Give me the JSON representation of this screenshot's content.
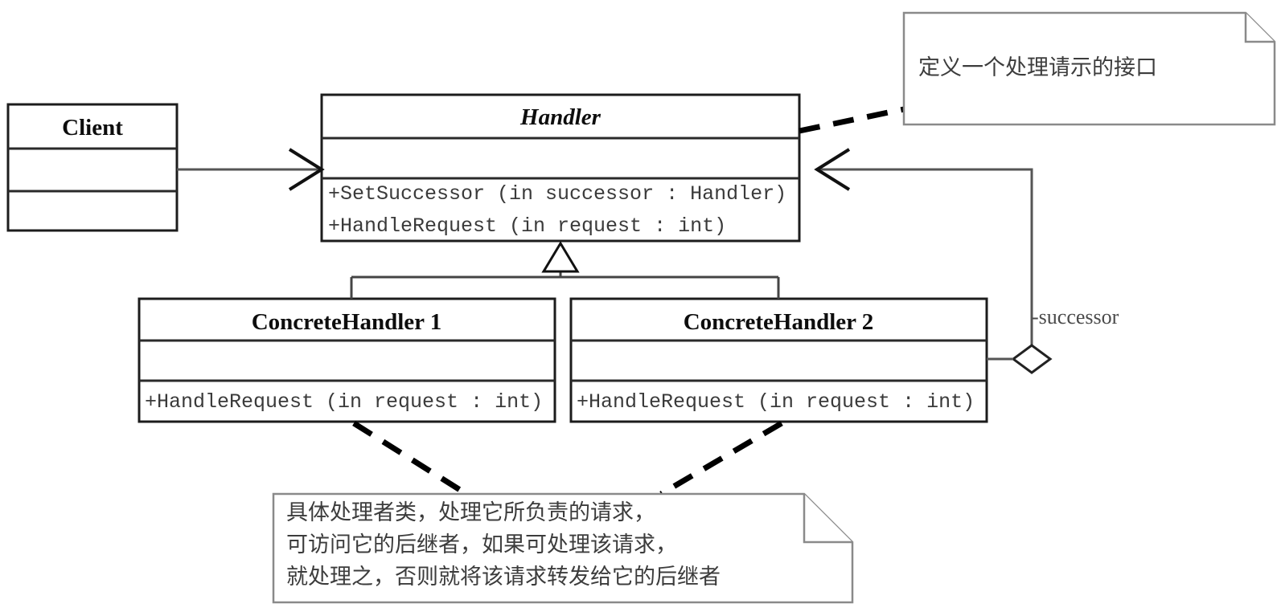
{
  "diagram": {
    "kind": "uml-class-diagram",
    "title": "Chain of Responsibility pattern structure"
  },
  "classes": [
    {
      "id": "client",
      "name": "Client",
      "italic": false,
      "attributes": [],
      "operations": []
    },
    {
      "id": "handler",
      "name": "Handler",
      "italic": true,
      "attributes": [],
      "operations": [
        "+SetSuccessor (in successor  : Handler)",
        "+HandleRequest (in request  : int)"
      ]
    },
    {
      "id": "concrete1",
      "name": "ConcreteHandler 1",
      "italic": false,
      "attributes": [],
      "operations": [
        "+HandleRequest (in request  : int)"
      ]
    },
    {
      "id": "concrete2",
      "name": "ConcreteHandler 2",
      "italic": false,
      "attributes": [],
      "operations": [
        "+HandleRequest (in request  : int)"
      ]
    }
  ],
  "relations": {
    "association_role_label": "-successor",
    "client_to_handler": "association",
    "generalization": "ConcreteHandler 1 and ConcreteHandler 2 inherit Handler",
    "aggregation": "ConcreteHandler 2 aggregates Handler as successor"
  },
  "notes": [
    {
      "id": "note-handler",
      "lines": [
        "定义一个处理请示的接口"
      ]
    },
    {
      "id": "note-concrete",
      "lines": [
        "具体处理者类，处理它所负责的请求，",
        "可访问它的后继者，如果可处理该请求，",
        "就处理之，否则就将该请求转发给它的后继者"
      ]
    }
  ],
  "colors": {
    "background": "#ffffff",
    "box_stroke": "#1c1c1c",
    "connector": "#555555",
    "note_stroke": "#8a8a8a",
    "dash_link": "#000000",
    "text": "#3c3c3c"
  }
}
